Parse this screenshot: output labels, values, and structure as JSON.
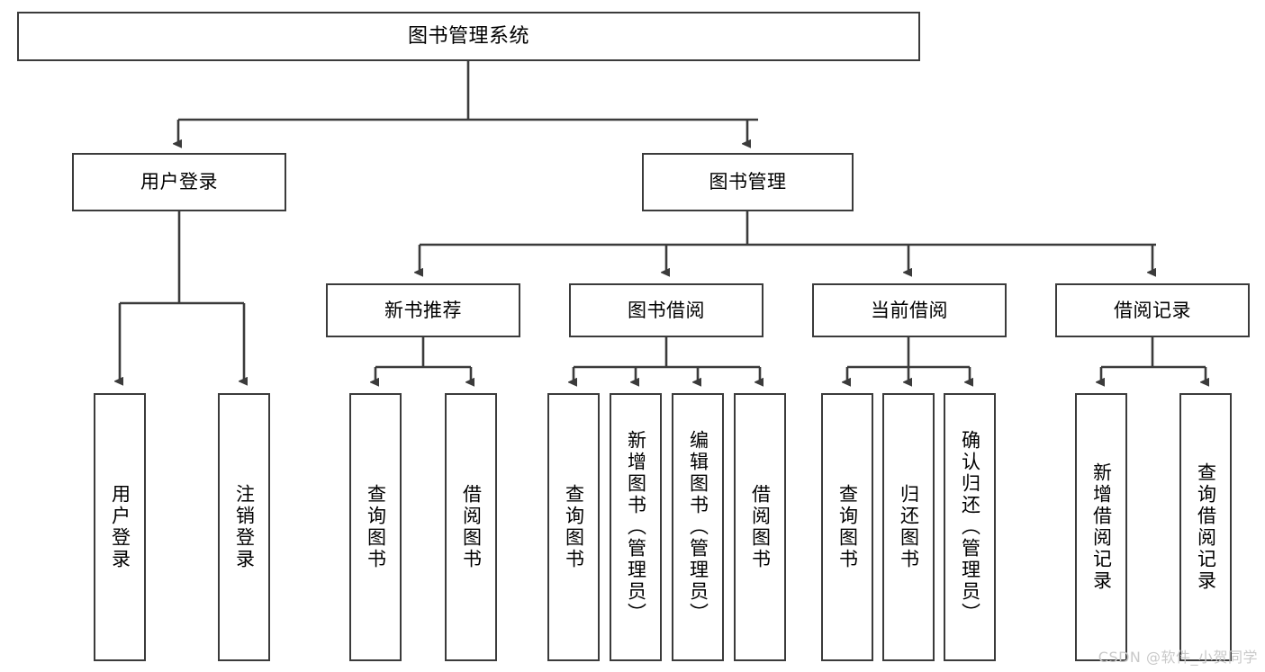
{
  "diagram": {
    "title": "图书管理系统",
    "type": "tree",
    "colors": {
      "node_border": "#3b3b3b",
      "node_fill": "#ffffff",
      "edge": "#3b3b3b",
      "text": "#000000",
      "watermark": "#c9c9c9",
      "background": "#ffffff"
    },
    "root": {
      "label": "图书管理系统"
    },
    "level1": [
      {
        "label": "用户登录"
      },
      {
        "label": "图书管理"
      }
    ],
    "level2": [
      {
        "label": "新书推荐"
      },
      {
        "label": "图书借阅"
      },
      {
        "label": "当前借阅"
      },
      {
        "label": "借阅记录"
      }
    ],
    "leaves": {
      "user_login": [
        {
          "label": "用户登录"
        },
        {
          "label": "注销登录"
        }
      ],
      "new_book_recommend": [
        {
          "label": "查询图书"
        },
        {
          "label": "借阅图书"
        }
      ],
      "book_borrow": [
        {
          "label": "查询图书"
        },
        {
          "label": "新增图书（管理员）"
        },
        {
          "label": "编辑图书（管理员）"
        },
        {
          "label": "借阅图书"
        }
      ],
      "current_borrow": [
        {
          "label": "查询图书"
        },
        {
          "label": "归还图书"
        },
        {
          "label": "确认归还（管理员）"
        }
      ],
      "borrow_record": [
        {
          "label": "新增借阅记录"
        },
        {
          "label": "查询借阅记录"
        }
      ]
    }
  },
  "watermark": {
    "text": "CSDN @软件_小贺同学"
  }
}
